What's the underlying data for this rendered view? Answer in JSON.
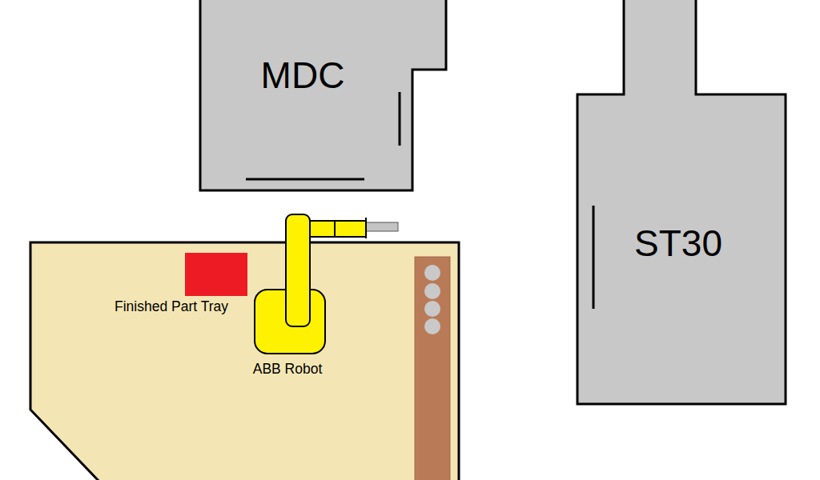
{
  "diagram": {
    "nodes": [
      {
        "text": [
          "MDC"
        ]
      },
      {
        "text": [
          "ST30"
        ]
      },
      {
        "text": [
          "Finished Part Tray"
        ]
      },
      {
        "text": [
          "ABB Robot"
        ]
      }
    ]
  }
}
